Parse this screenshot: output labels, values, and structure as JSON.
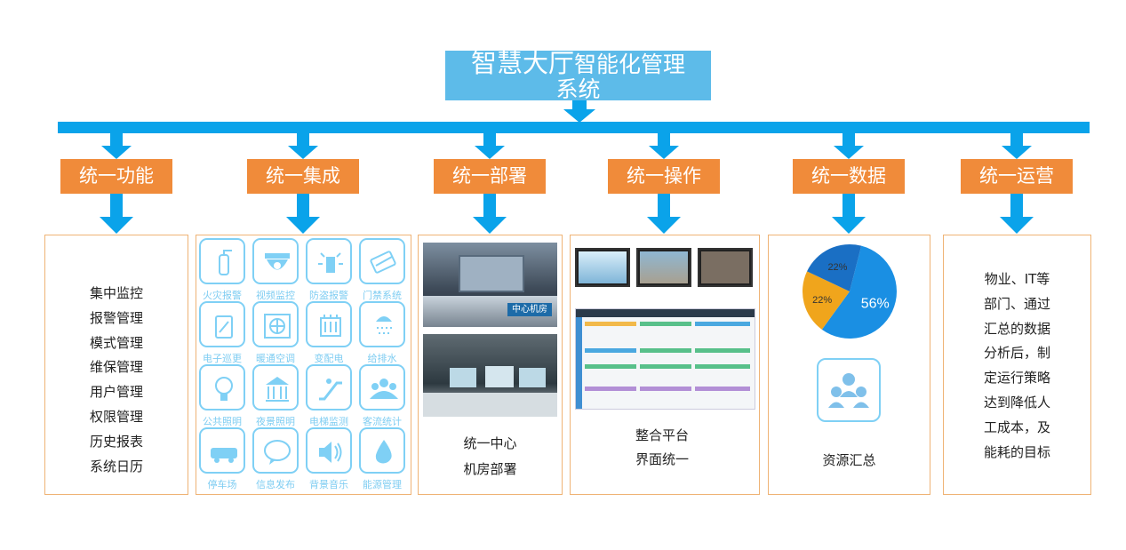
{
  "title": {
    "line1_big": "智慧大厅",
    "line1_rest": "智能化管理",
    "line2": "系统"
  },
  "categories": [
    {
      "label": "统一功能"
    },
    {
      "label": "统一集成"
    },
    {
      "label": "统一部署"
    },
    {
      "label": "统一操作"
    },
    {
      "label": "统一数据"
    },
    {
      "label": "统一运营"
    }
  ],
  "function_panel": {
    "items": [
      "集中监控",
      "报警管理",
      "模式管理",
      "维保管理",
      "用户管理",
      "权限管理",
      "历史报表",
      "系统日历"
    ]
  },
  "integration_panel": {
    "icons": [
      {
        "label": "火灾报警",
        "icon": "fire-extinguisher-icon"
      },
      {
        "label": "视频监控",
        "icon": "dome-camera-icon"
      },
      {
        "label": "防盗报警",
        "icon": "alarm-siren-icon"
      },
      {
        "label": "门禁系统",
        "icon": "access-card-icon"
      },
      {
        "label": "电子巡更",
        "icon": "patrol-device-icon"
      },
      {
        "label": "暖通空调",
        "icon": "air-conditioner-icon"
      },
      {
        "label": "变配电",
        "icon": "transformer-icon"
      },
      {
        "label": "给排水",
        "icon": "shower-icon"
      },
      {
        "label": "公共照明",
        "icon": "bulb-icon"
      },
      {
        "label": "夜景照明",
        "icon": "building-lights-icon"
      },
      {
        "label": "电梯监测",
        "icon": "escalator-icon"
      },
      {
        "label": "客流统计",
        "icon": "people-icon"
      },
      {
        "label": "停车场",
        "icon": "car-icon"
      },
      {
        "label": "信息发布",
        "icon": "speech-bubble-icon"
      },
      {
        "label": "背景音乐",
        "icon": "speaker-icon"
      },
      {
        "label": "能源管理",
        "icon": "water-drop-icon"
      }
    ]
  },
  "deploy_panel": {
    "photo_label": "中心机房",
    "lines": [
      "统一中心",
      "机房部署"
    ]
  },
  "operate_panel": {
    "lines": [
      "整合平台",
      "界面统一"
    ]
  },
  "data_panel": {
    "chart_data": {
      "type": "pie",
      "values": [
        56,
        22,
        22
      ],
      "labels": [
        "56%",
        "22%",
        "22%"
      ],
      "colors": [
        "#1a8fe3",
        "#f0a51c",
        "#1a6fc4"
      ]
    },
    "caption": "资源汇总"
  },
  "operation_panel": {
    "lines": [
      "物业、IT等",
      "部门、通过",
      "汇总的数据",
      "分析后，制",
      "定运行策略",
      "达到降低人",
      "工成本，及",
      "能耗的目标"
    ]
  },
  "colors": {
    "blue": "#0aa3ea",
    "orange": "#f08b3a",
    "title_bg": "#5dbbe9",
    "icon": "#7fd0f5",
    "border": "#efb375"
  }
}
